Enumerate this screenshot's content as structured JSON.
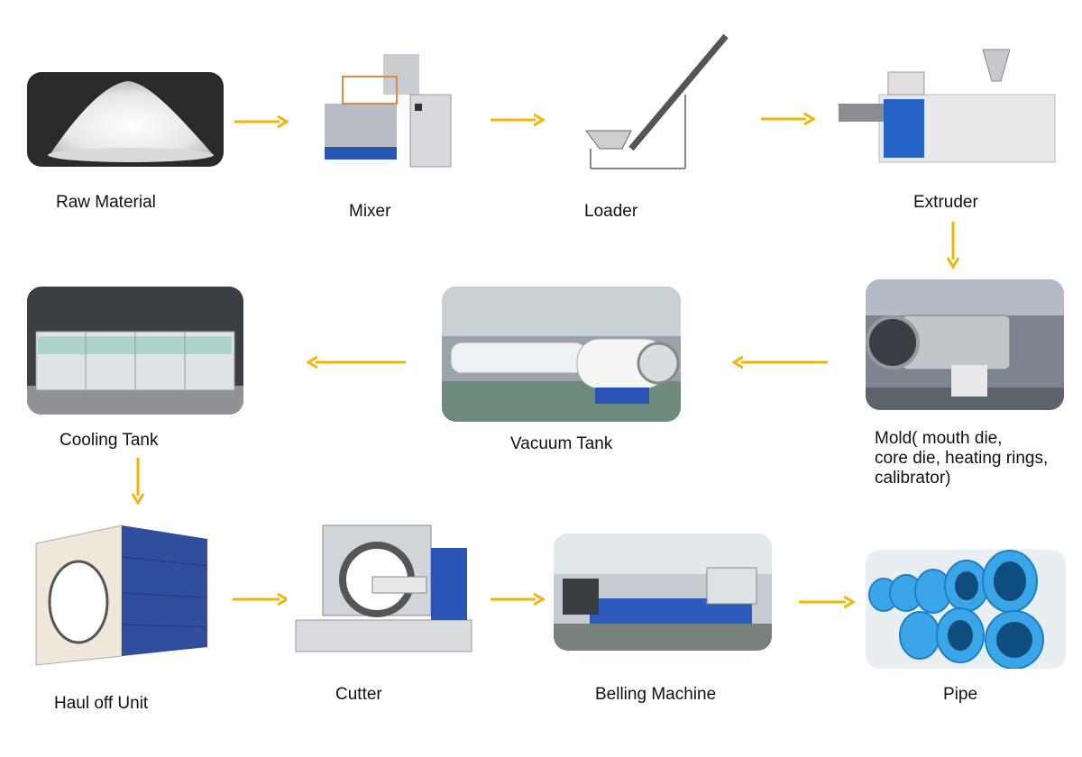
{
  "accent_color": "#f5b400",
  "steps": [
    {
      "label": "Raw  Material",
      "icon": "powder-pile-icon"
    },
    {
      "label": "Mixer",
      "icon": "mixer-machine-icon"
    },
    {
      "label": "Loader",
      "icon": "screw-loader-icon"
    },
    {
      "label": "Extruder",
      "icon": "extruder-machine-icon"
    },
    {
      "label": "Mold( mouth die,\ncore die, heating rings,\ncalibrator)",
      "icon": "mold-die-icon"
    },
    {
      "label": "Vacuum Tank",
      "icon": "vacuum-tank-icon"
    },
    {
      "label": "Cooling Tank",
      "icon": "cooling-tank-icon"
    },
    {
      "label": "Haul off Unit",
      "icon": "haul-off-unit-icon"
    },
    {
      "label": "Cutter",
      "icon": "cutter-machine-icon"
    },
    {
      "label": "Belling Machine",
      "icon": "belling-machine-icon"
    },
    {
      "label": "Pipe",
      "icon": "blue-pipes-icon"
    }
  ]
}
